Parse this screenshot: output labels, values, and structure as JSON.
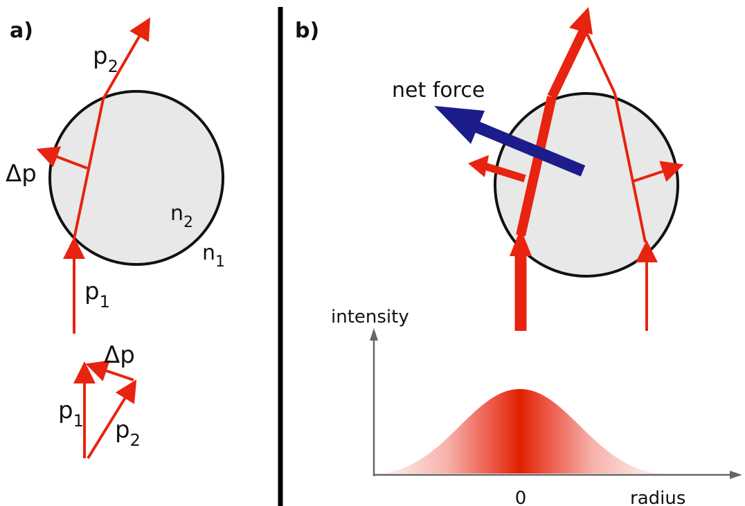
{
  "panel_a": {
    "label": "a)",
    "p2_top": "p",
    "p2_top_sub": "2",
    "delta_p_side": "Δp",
    "n2": "n",
    "n2_sub": "2",
    "n1": "n",
    "n1_sub": "1",
    "p1": "p",
    "p1_sub": "1",
    "triangle": {
      "delta_p": "Δp",
      "p1": "p",
      "p1_sub": "1",
      "p2": "p",
      "p2_sub": "2"
    }
  },
  "panel_b": {
    "label": "b)",
    "net_force": "net force",
    "intensity_axis": "intensity",
    "zero": "0",
    "radius_axis": "radius"
  },
  "colors": {
    "ray": "#e8230f",
    "force": "#1c1c8c",
    "sphere_fill": "#e8e8e8",
    "outline": "#111111",
    "gauss_peak": "#e02000"
  }
}
